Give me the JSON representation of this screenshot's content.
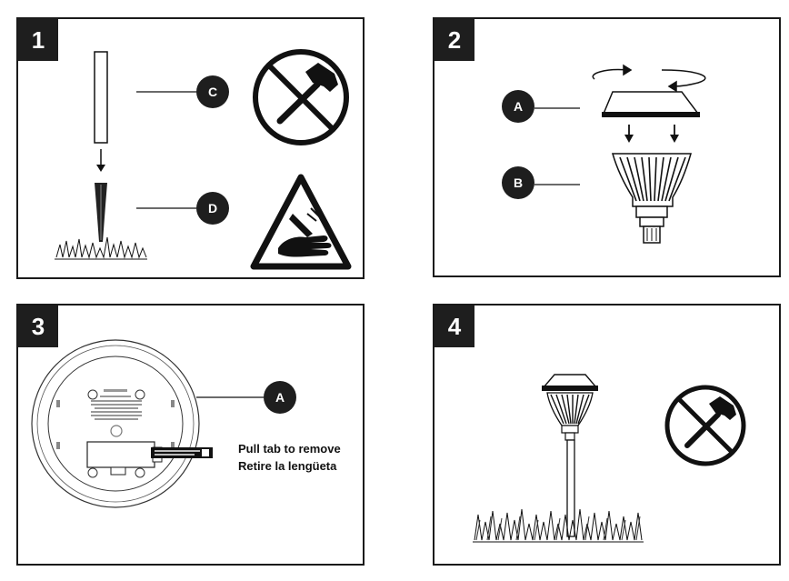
{
  "panels": [
    {
      "number": "1"
    },
    {
      "number": "2"
    },
    {
      "number": "3"
    },
    {
      "number": "4"
    }
  ],
  "callouts": {
    "p1_c": "C",
    "p1_d": "D",
    "p2_a": "A",
    "p2_b": "B",
    "p3_a": "A"
  },
  "instruction": {
    "line1": "Pull tab to remove",
    "line2": "Retire la lengüeta"
  },
  "icons": [
    "no-hammer-icon",
    "hand-injury-warning-icon",
    "rotate-arrows-icon",
    "down-arrow-icon",
    "grass-icon",
    "solar-light-icon"
  ]
}
